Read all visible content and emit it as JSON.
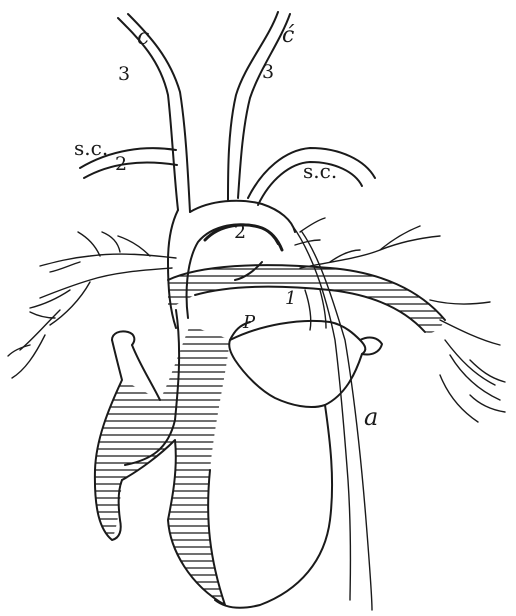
{
  "labels": {
    "carotid_left": "c",
    "carotid_right": "ć",
    "three_left": "3",
    "three_right": "3",
    "subclavian_left": "s.c.",
    "two_left": "2",
    "subclavian_right": "s.c.",
    "two_arch": "2",
    "p": "P",
    "one": "1",
    "a": "a"
  },
  "colors": {
    "ink": "#1a1a1a",
    "paper": "#ffffff"
  }
}
